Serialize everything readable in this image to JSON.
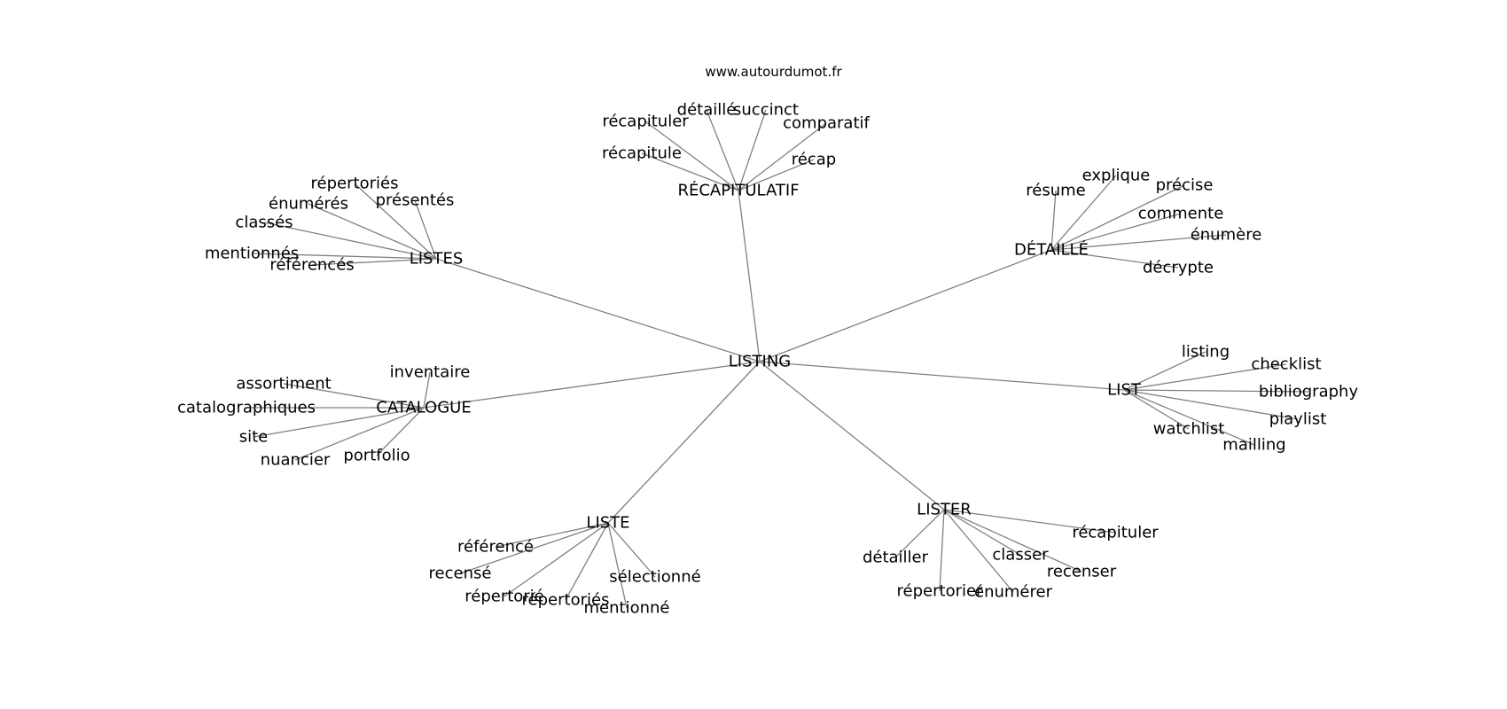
{
  "source": "www.autourdumot.fr",
  "center": {
    "id": "listing",
    "label": "LISTING"
  },
  "hubs": [
    {
      "id": "recapitulatif",
      "label": "RÉCAPITULATIF",
      "leaves": [
        "récapituler",
        "détaillé",
        "succinct",
        "comparatif",
        "récapitule",
        "récap"
      ]
    },
    {
      "id": "listes",
      "label": "LISTES",
      "leaves": [
        "répertoriés",
        "énumérés",
        "présentés",
        "classés",
        "mentionnés",
        "référencés"
      ]
    },
    {
      "id": "detaille",
      "label": "DÉTAILLÉ",
      "leaves": [
        "explique",
        "résume",
        "précise",
        "commente",
        "énumère",
        "décrypte"
      ]
    },
    {
      "id": "catalogue",
      "label": "CATALOGUE",
      "leaves": [
        "inventaire",
        "assortiment",
        "catalographiques",
        "site",
        "nuancier",
        "portfolio"
      ]
    },
    {
      "id": "list",
      "label": "LIST",
      "leaves": [
        "listing",
        "checklist",
        "bibliography",
        "playlist",
        "watchlist",
        "mailling"
      ]
    },
    {
      "id": "liste",
      "label": "LISTE",
      "leaves": [
        "référencé",
        "recensé",
        "répertorié",
        "répertoriés",
        "mentionné",
        "sélectionné"
      ]
    },
    {
      "id": "lister",
      "label": "LISTER",
      "leaves": [
        "récapituler",
        "détailler",
        "classer",
        "recenser",
        "répertorier",
        "énumérer"
      ]
    }
  ]
}
